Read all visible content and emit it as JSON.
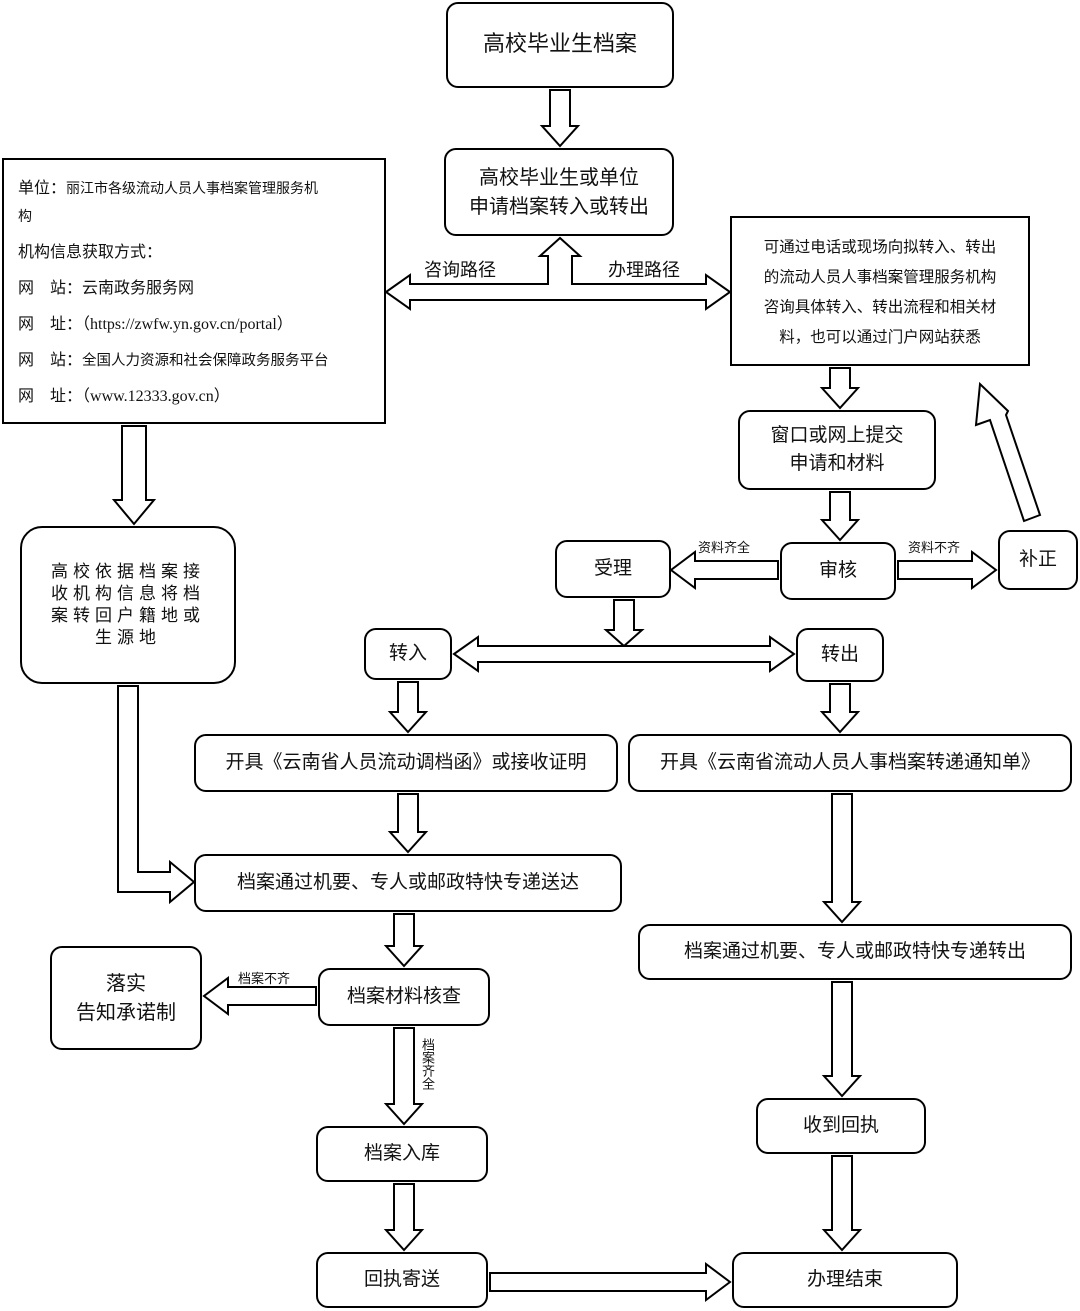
{
  "top": {
    "title": "高校毕业生档案"
  },
  "apply": {
    "lines": [
      "高校毕业生或单位",
      "申请档案转入或转出"
    ]
  },
  "routes": {
    "consult": "咨询路径",
    "handle": "办理路径"
  },
  "info": {
    "unit_label": "单位：",
    "unit_value_1": "丽江市各级流动人员人事档案管理服务机",
    "unit_value_2": "构",
    "method": "机构信息获取方式：",
    "site1_label": "网　站：",
    "site1_value": "云南政务服务网",
    "url1_label": "网　址：",
    "url1_value": "（https://zwfw.yn.gov.cn/portal）",
    "site2_label": "网　站：",
    "site2_value": "全国人力资源和社会保障政务服务平台",
    "url2_label": "网　址：",
    "url2_value": "（www.12333.gov.cn）"
  },
  "consult_box": {
    "lines": [
      "可通过电话或现场向拟转入、转出",
      "的流动人员人事档案管理服务机构",
      "咨询具体转入、转出流程和相关材",
      "料，也可以通过门户网站获悉"
    ]
  },
  "school_box": {
    "lines": [
      "高校依据档案接",
      "收机构信息将档",
      "案转回户籍地或",
      "生源地"
    ]
  },
  "submit": {
    "lines": [
      "窗口或网上提交",
      "申请和材料"
    ]
  },
  "review": "审核",
  "accept": "受理",
  "correct": "补正",
  "labels": {
    "complete": "资料齐全",
    "incomplete": "资料不齐",
    "archive_incomplete": "档案不齐",
    "archive_complete": "档案齐全"
  },
  "transfer_in": "转入",
  "transfer_out": "转出",
  "letter_in": "开具《云南省人员流动调档函》或接收证明",
  "letter_out": "开具《云南省流动人员人事档案转递通知单》",
  "deliver_in": "档案通过机要、专人或邮政特快专递送达",
  "deliver_out": "档案通过机要、专人或邮政特快专递转出",
  "check": "档案材料核查",
  "promise": {
    "lines": [
      "落实",
      "告知承诺制"
    ]
  },
  "storage": "档案入库",
  "receipt_send": "回执寄送",
  "receipt_recv": "收到回执",
  "end": "办理结束"
}
